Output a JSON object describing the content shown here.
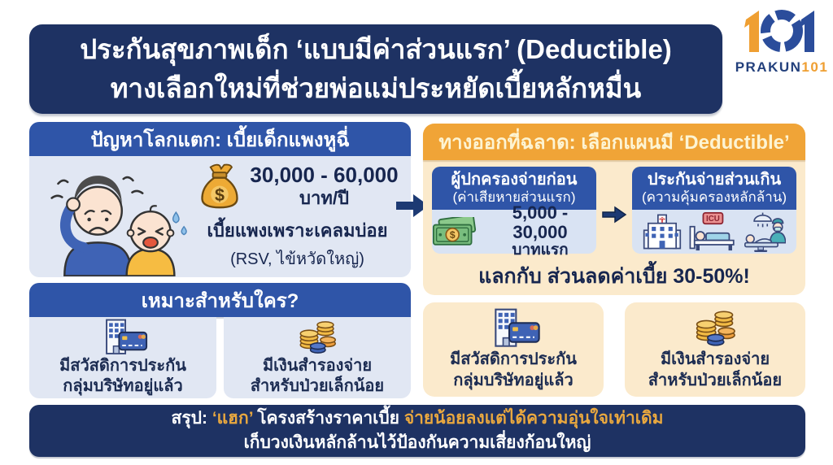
{
  "colors": {
    "navy": "#1e3263",
    "blue": "#2f55a8",
    "orange": "#f0a437",
    "cream": "#fbeacc",
    "panel_blue": "#e1e7f3",
    "card_blue": "#d9e3f3",
    "gold": "#e9a83f",
    "ink": "#17264f"
  },
  "header": {
    "title_line1": "ประกันสุขภาพเด็ก ‘แบบมีค่าส่วนแรก’ (Deductible)",
    "title_line2": "ทางเลือกใหม่ที่ช่วยพ่อแม่ประหยัดเบี้ยหลักหมื่น"
  },
  "logo": {
    "number": "101",
    "brand_prefix": "PRAKUN",
    "brand_suffix": "101"
  },
  "problem": {
    "header": "ปัญหาโลกแตก: เบี้ยเด็กแพงหูฉี่",
    "amount_line1": "30,000 - 60,000",
    "amount_line2": "บาท/ปี",
    "reason_line1": "เบี้ยแพงเพราะเคลมบ่อย",
    "reason_line2": "(RSV, ไข้หวัดใหญ่)"
  },
  "solution": {
    "header": "ทางออกที่ฉลาด: เลือกแผนมี ‘Deductible’",
    "parent_card": {
      "title": "ผู้ปกครองจ่ายก่อน",
      "subtitle": "(ค่าเสียหายส่วนแรก)",
      "amount_line1": "5,000 - 30,000",
      "amount_line2": "บาทแรก"
    },
    "insurer_card": {
      "title": "ประกันจ่ายส่วนเกิน",
      "subtitle": "(ความคุ้มครองหลักล้าน)",
      "icu_label": "ICU"
    },
    "tradeoff": "แลกกับ ส่วนลดค่าเบี้ย 30-50%!"
  },
  "who": {
    "header": "เหมาะสำหรับใคร?",
    "group_insurance": {
      "line1": "มีสวัสดิการประกัน",
      "line2": "กลุ่มบริษัทอยู่แล้ว"
    },
    "reserve_fund": {
      "line1": "มีเงินสำรองจ่าย",
      "line2": "สำหรับป่วยเล็กน้อย"
    }
  },
  "benefits": {
    "group_insurance": {
      "line1": "มีสวัสดิการประกัน",
      "line2": "กลุ่มบริษัทอยู่แล้ว"
    },
    "reserve_fund": {
      "line1": "มีเงินสำรองจ่าย",
      "line2": "สำหรับป่วยเล็กน้อย"
    }
  },
  "summary": {
    "prefix": "สรุป: ",
    "highlight1": "‘แฮก’",
    "middle": " โครงสร้างราคาเบี้ย ",
    "highlight2": "จ่ายน้อยลงแต่ได้ความอุ่นใจเท่าเดิม",
    "line2": "เก็บวงเงินหลักล้านไว้ป้องกันความเสี่ยงก้อนใหญ่"
  },
  "icons": {
    "dollar": "$",
    "stressed_parent_baby": "พ่อเครียดและลูกร้องไห้",
    "money_bag": "💰",
    "banknote": "💵",
    "hospital": "🏥",
    "icu_bed": "🛏",
    "surgery": "⚕",
    "office_building_card": "🏢💳",
    "coins": "🪙",
    "arrow_right": "➡"
  }
}
